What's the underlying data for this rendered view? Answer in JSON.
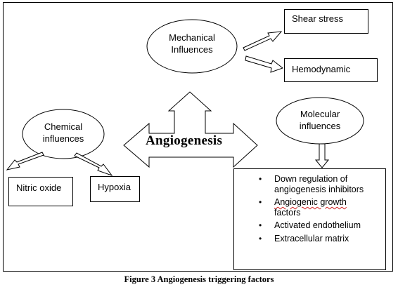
{
  "diagram": {
    "center": "Angiogenesis",
    "mechanical": {
      "line1": "Mechanical",
      "line2": "Influences",
      "outputs": [
        "Shear stress",
        "Hemodynamic"
      ]
    },
    "chemical": {
      "line1": "Chemical",
      "line2": "influences",
      "outputs": [
        "Nitric oxide",
        "Hypoxia"
      ]
    },
    "molecular": {
      "line1": "Molecular",
      "line2": "influences",
      "items": [
        {
          "first": "Down regulation of",
          "second": "angiogenesis inhibitors"
        },
        {
          "first": "Angiogenic growth",
          "second": "factors"
        },
        {
          "first": "Activated endothelium",
          "second": ""
        },
        {
          "first": "Extracellular matrix",
          "second": ""
        }
      ],
      "bullet": "•"
    }
  },
  "caption": "Figure 3 Angiogenesis triggering factors"
}
